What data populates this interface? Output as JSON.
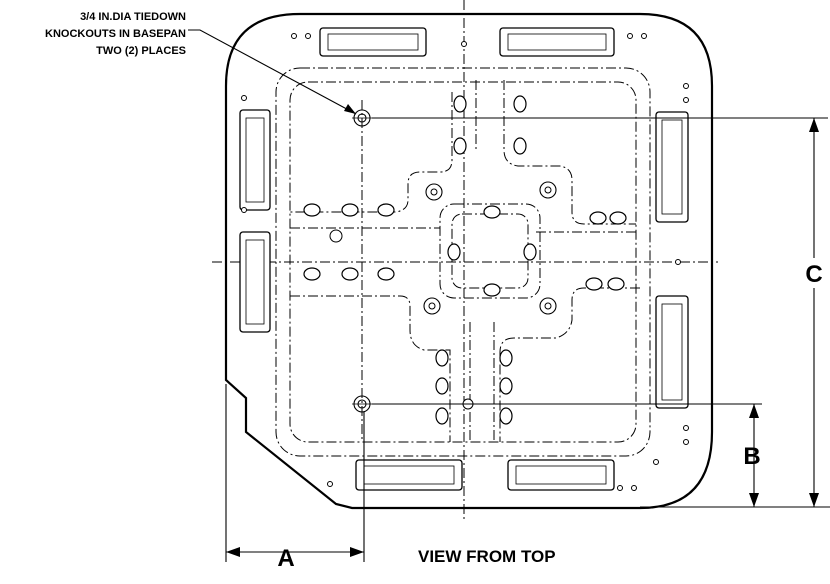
{
  "callout": {
    "line1": "3/4 IN.DIA TIEDOWN",
    "line2": "KNOCKOUTS IN BASEPAN",
    "line3": "TWO (2) PLACES"
  },
  "dimensions": {
    "a_label": "A",
    "b_label": "B",
    "c_label": "C"
  },
  "view_caption": "VIEW FROM TOP"
}
